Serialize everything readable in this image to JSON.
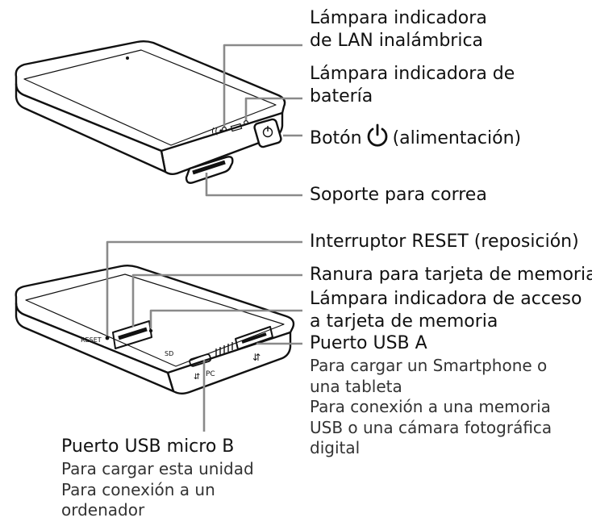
{
  "labels": {
    "wlan_lamp": [
      "Lámpara indicadora",
      "de LAN inalámbrica"
    ],
    "battery_lamp": [
      "Lámpara indicadora de",
      "batería"
    ],
    "power_button": {
      "before": "Botón",
      "after": "(alimentación)",
      "icon": "power-icon"
    },
    "strap_holder": "Soporte para correa",
    "reset_switch": "Interruptor RESET (reposición)",
    "card_slot": "Ranura para tarjeta de memoria",
    "card_access_lamp": [
      "Lámpara indicadora de acceso",
      "a tarjeta de memoria"
    ],
    "usb_a": {
      "title": "Puerto USB A",
      "notes": [
        "Para cargar un Smartphone o",
        "una tableta",
        "Para conexión a una memoria",
        "USB o una cámara fotográfica",
        "digital"
      ]
    },
    "usb_micro_b": {
      "title": "Puerto USB micro B",
      "notes": [
        "Para cargar esta unidad",
        "Para conexión a un",
        "ordenador"
      ]
    }
  },
  "device_markings": {
    "reset": "RESET",
    "sd": "SD",
    "pc": "PC"
  },
  "colors": {
    "ink": "#111111",
    "leader": "#8a8a8a",
    "body_fill": "#ffffff"
  }
}
